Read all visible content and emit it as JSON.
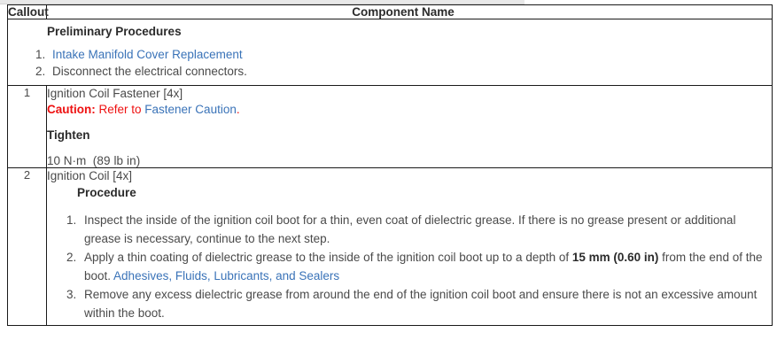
{
  "document": {
    "type": "service-procedure-table"
  },
  "colors": {
    "caution_red": "#ee1111",
    "link_blue": "#3a73b8",
    "text_gray": "#4a4a4a",
    "border_black": "#1a1a1a"
  },
  "table": {
    "headers": {
      "callout": "Callout",
      "component_name": "Component Name"
    },
    "preliminary": {
      "title": "Preliminary Procedures",
      "items": [
        {
          "text": "Intake Manifold Cover Replacement",
          "is_link": true
        },
        {
          "text": "Disconnect the electrical connectors.",
          "is_link": false
        }
      ]
    },
    "rows": [
      {
        "callout": "1",
        "component": "Ignition Coil Fastener [4x]",
        "caution": {
          "label": "Caution:",
          "text": " Refer to ",
          "link": "Fastener Caution",
          "suffix": "."
        },
        "tighten_label": "Tighten",
        "torque_metric": "10 N·m",
        "torque_imperial": "(89 lb in)"
      },
      {
        "callout": "2",
        "component": "Ignition Coil [4x]",
        "procedure_title": "Procedure",
        "steps": [
          {
            "part1": "Inspect the inside of the ignition coil boot for a thin, even coat of dielectric grease. If there is no grease present or additional grease is necessary, continue to the next step.",
            "bold": "",
            "part2": "",
            "link": "",
            "part3": ""
          },
          {
            "part1": "Apply a thin coating of dielectric grease to the inside of the ignition coil boot up to a depth of ",
            "bold": "15 mm (0.60 in)",
            "part2": " from the end of the boot. ",
            "link": "Adhesives, Fluids, Lubricants, and Sealers",
            "part3": ""
          },
          {
            "part1": "Remove any excess dielectric grease from around the end of the ignition coil boot and ensure there is not an excessive amount within the boot.",
            "bold": "",
            "part2": "",
            "link": "",
            "part3": ""
          }
        ]
      }
    ]
  }
}
